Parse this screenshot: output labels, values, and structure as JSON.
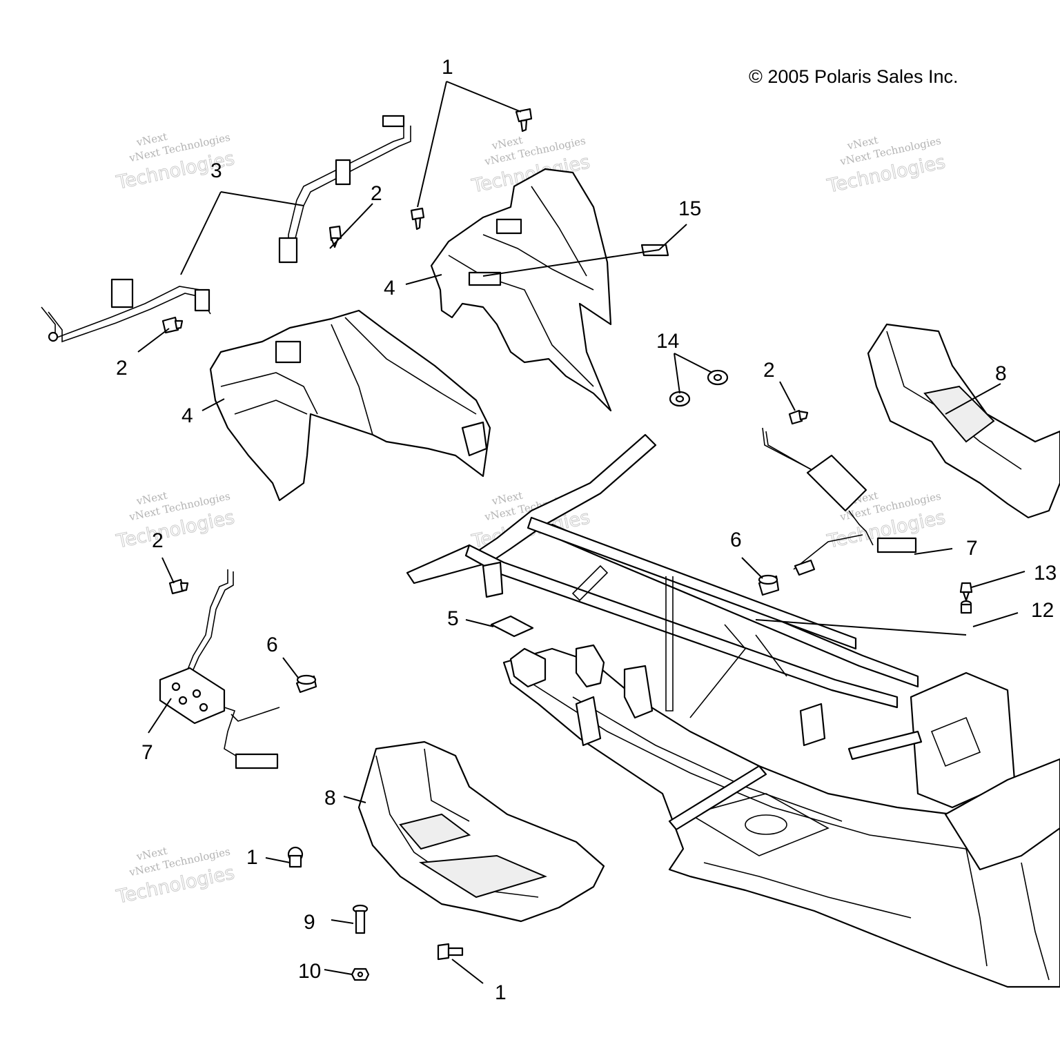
{
  "copyright": "© 2005 Polaris Sales Inc.",
  "watermark": {
    "line1": "vNext",
    "line2": "vNext Technologies",
    "line3": "Technologies"
  },
  "callouts": {
    "c1_top": "1",
    "c1_mid": "1",
    "c1_bot": "1",
    "c2_a": "2",
    "c2_b": "2",
    "c2_c": "2",
    "c2_d": "2",
    "c3": "3",
    "c4_a": "4",
    "c4_b": "4",
    "c5": "5",
    "c6_a": "6",
    "c6_b": "6",
    "c7_a": "7",
    "c7_b": "7",
    "c8_a": "8",
    "c8_b": "8",
    "c9": "9",
    "c10": "10",
    "c12": "12",
    "c13": "13",
    "c14": "14",
    "c15": "15"
  }
}
